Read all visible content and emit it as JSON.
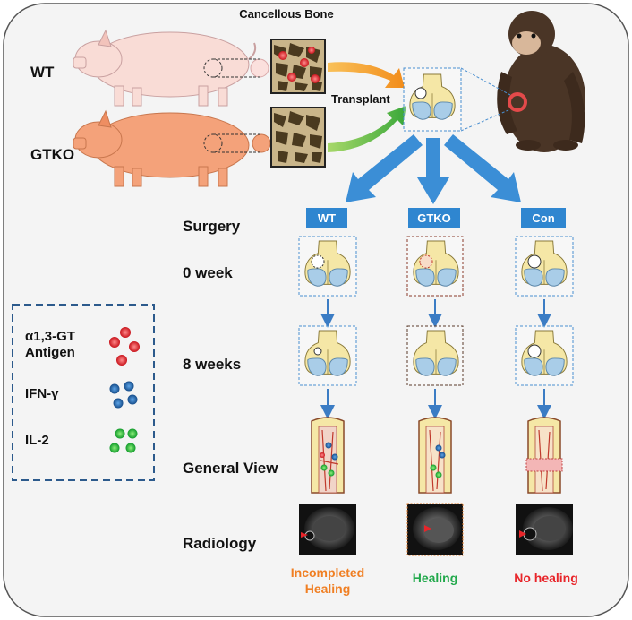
{
  "title": "Cancellous Bone",
  "transplant_label": "Transplant",
  "pigs": [
    {
      "label": "WT",
      "color": "#f9dcd6"
    },
    {
      "label": "GTKO",
      "color": "#f4a27a"
    }
  ],
  "row_labels": {
    "surgery": "Surgery",
    "week0": "0 week",
    "week8": "8 weeks",
    "general_view": "General View",
    "radiology": "Radiology"
  },
  "groups": [
    {
      "label": "WT",
      "outcome_lines": [
        "Incompleted",
        "Healing"
      ],
      "outcome_color": "#f07f23"
    },
    {
      "label": "GTKO",
      "outcome_lines": [
        "Healing"
      ],
      "outcome_color": "#20a84a"
    },
    {
      "label": "Con",
      "outcome_lines": [
        "No healing"
      ],
      "outcome_color": "#e8252a"
    }
  ],
  "legend": [
    {
      "lines": [
        "α1,3-GT",
        "Antigen"
      ],
      "color": "#d9262e",
      "icon": "red-dots"
    },
    {
      "lines": [
        "IFN-γ"
      ],
      "color": "#1f5d9f",
      "icon": "blue-dots"
    },
    {
      "lines": [
        "IL-2"
      ],
      "color": "#19b33a",
      "icon": "green-dots"
    }
  ],
  "colors": {
    "header_blue": "#2f86d0",
    "arrow_blue": "#3b8ed6",
    "orange_arrow": "#f5a623",
    "green_arrow": "#6cc04a",
    "bone": "#f5e7a6",
    "cartilage": "#a9cde8",
    "panel_bg": "#f4f4f4"
  }
}
